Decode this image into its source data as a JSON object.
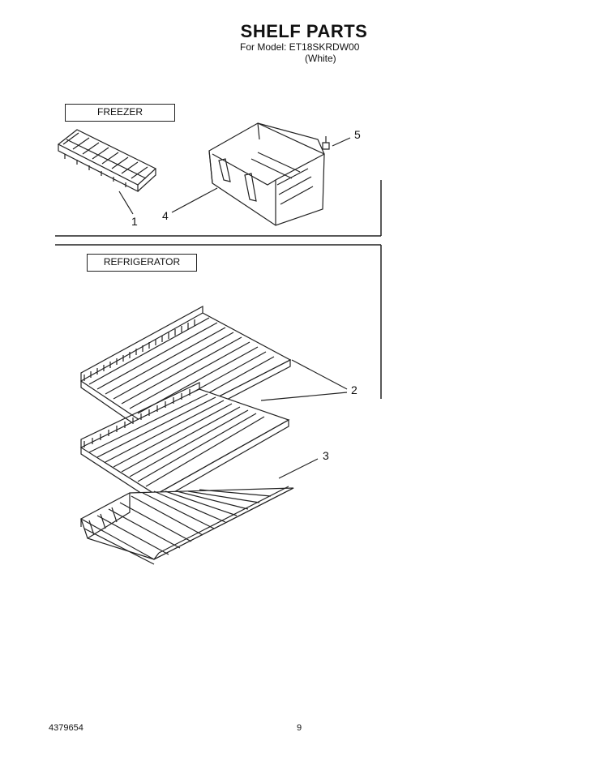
{
  "header": {
    "title": "SHELF PARTS",
    "model_line": "For Model: ET18SKRDW00",
    "variant_line": "(White)"
  },
  "sections": {
    "freezer_label": "FREEZER",
    "refrigerator_label": "REFRIGERATOR"
  },
  "callouts": {
    "ice_tray": "1",
    "shelf": "2",
    "crisper_shelf": "3",
    "freezer_basket": "4",
    "screw": "5"
  },
  "footer": {
    "doc_number": "4379654",
    "page_number": "9"
  }
}
